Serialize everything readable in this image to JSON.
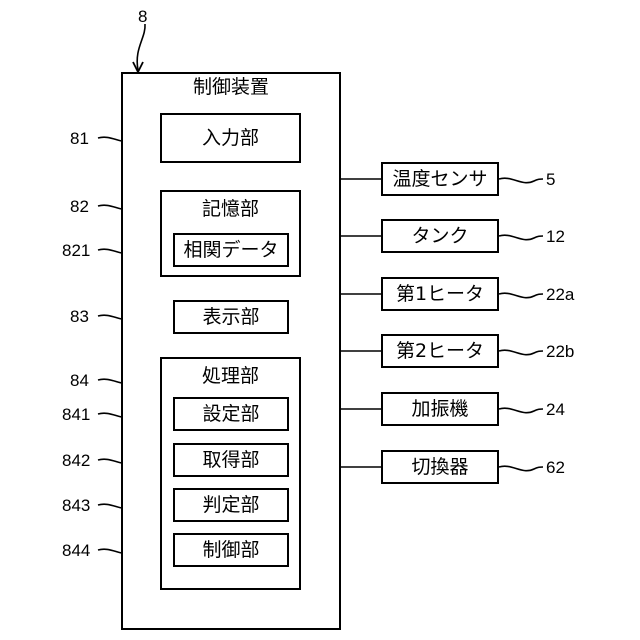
{
  "diagram": {
    "main_ref": "8",
    "controller": {
      "label": "制御装置"
    },
    "input_unit": {
      "label": "入力部",
      "ref": "81"
    },
    "memory_unit": {
      "label": "記憶部",
      "ref": "82",
      "correlation_data": {
        "label": "相関データ",
        "ref": "821"
      }
    },
    "display_unit": {
      "label": "表示部",
      "ref": "83"
    },
    "processing_unit": {
      "label": "処理部",
      "ref": "84",
      "setting": {
        "label": "設定部",
        "ref": "841"
      },
      "acquisition": {
        "label": "取得部",
        "ref": "842"
      },
      "judgment": {
        "label": "判定部",
        "ref": "843"
      },
      "control": {
        "label": "制御部",
        "ref": "844"
      }
    },
    "external": {
      "temp_sensor": {
        "label": "温度センサ",
        "ref": "5"
      },
      "tank": {
        "label": "タンク",
        "ref": "12"
      },
      "heater1": {
        "label": "第1ヒータ",
        "ref": "22a"
      },
      "heater2": {
        "label": "第2ヒータ",
        "ref": "22b"
      },
      "vibrator": {
        "label": "加振機",
        "ref": "24"
      },
      "switcher": {
        "label": "切換器",
        "ref": "62"
      }
    }
  }
}
